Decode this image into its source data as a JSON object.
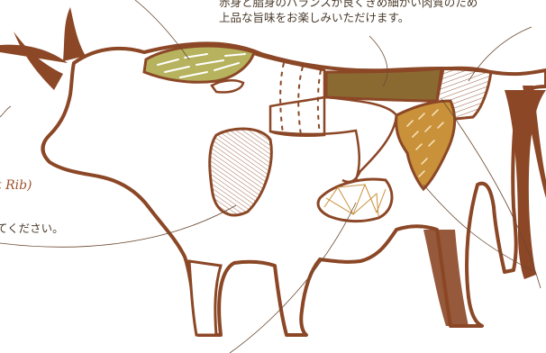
{
  "texts": {
    "top_line1": "赤身と脂身のバランスが良くきめ細かい肉質のため",
    "top_line2": "上品な旨味をお楽しみいただけます。",
    "left_en": "t Rib)",
    "left_jp": "てください。"
  },
  "colors": {
    "outline": "#8b4726",
    "body_fill": "#ffffff",
    "loin_fill": "#b6b25e",
    "sirloin_fill": "#8b6a32",
    "rump_fill": "#c8913a",
    "leader_line": "#6b4a32"
  }
}
